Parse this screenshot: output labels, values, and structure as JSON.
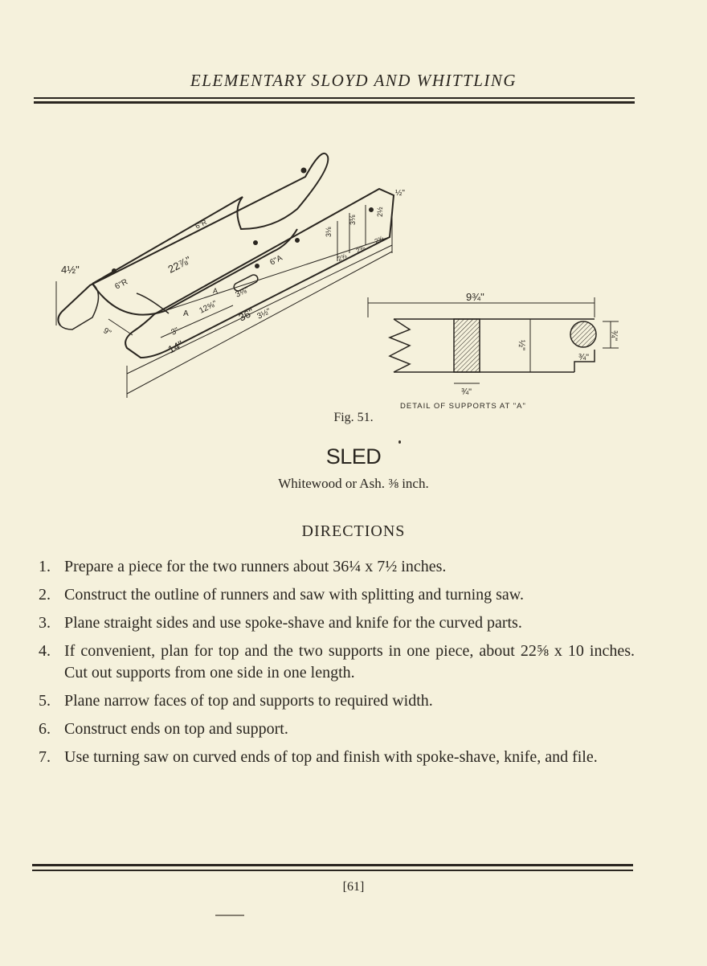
{
  "header": {
    "running_title": "ELEMENTARY SLOYD AND WHITTLING"
  },
  "figure": {
    "caption": "Fig. 51.",
    "detail_label": "DETAIL OF SUPPORTS AT \"A\"",
    "dimensions": {
      "overall_length": "36\"",
      "front_length": "14\"",
      "top_length": "22⅞\"",
      "end_height": "4½\"",
      "nose": "6\"R",
      "six_r_small": "6\"R",
      "runner_depth": "3\"",
      "slot_length": "12⅝\"",
      "slot_width": "3⅛\"",
      "slot_height": "3½\"",
      "bracket": "9\"",
      "pt_a_front": "A",
      "pt_a_back": "A",
      "hole_a": "6\"A",
      "tip_thickness": "½\"",
      "rear_h1": "3⅛",
      "rear_h2": "3⅛",
      "rear_h3": "2½",
      "rear_w1": "2⅝",
      "rear_w2": "2⅝",
      "rear_w3": "2⅝",
      "detail_width": "9¾\"",
      "detail_depth": "½\"",
      "detail_height": "¾\"",
      "detail_small": "¾\"",
      "detail_bottom": "¾\""
    }
  },
  "title": "SLED",
  "material": "Whitewood or Ash.  ⅜ inch.",
  "directions_heading": "DIRECTIONS",
  "steps": [
    {
      "num": "1.",
      "text": "Prepare a piece for the two runners about 36¼ x 7½ inches."
    },
    {
      "num": "2.",
      "text": "Construct the outline of runners and saw with splitting and turning saw."
    },
    {
      "num": "3.",
      "text": "Plane straight sides and use spoke-shave and knife for the curved parts."
    },
    {
      "num": "4.",
      "text": "If convenient, plan for top and the two supports in one piece, about 22⅝ x 10 inches.  Cut out supports from one side in one length."
    },
    {
      "num": "5.",
      "text": "Plane narrow faces of top and supports to required width."
    },
    {
      "num": "6.",
      "text": "Construct ends on top and support."
    },
    {
      "num": "7.",
      "text": "Use turning saw on curved ends of top and finish with spoke-shave, knife, and file."
    }
  ],
  "folio": "[61]"
}
